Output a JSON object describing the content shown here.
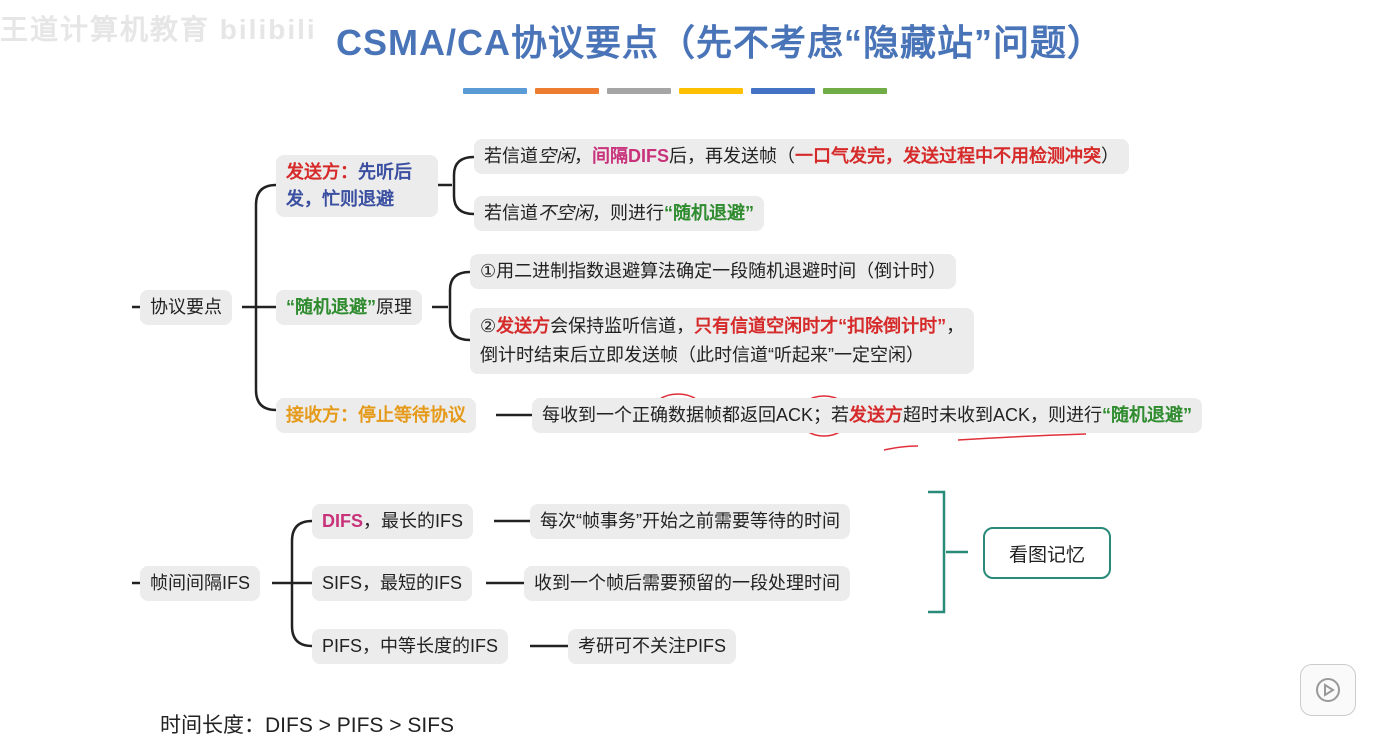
{
  "watermark": "王道计算机教育 bilibili",
  "title": "CSMA/CA协议要点（先不考虑“隐藏站”问题）",
  "colors": [
    "#5b9bd5",
    "#ed7d31",
    "#a5a5a5",
    "#ffc000",
    "#4472c4",
    "#70ad47"
  ],
  "protocol": {
    "root": "协议要点",
    "sender_a": "发送方：",
    "sender_b": "先听后",
    "sender_c": "发，忙则退避",
    "idle_1": "若信道",
    "idle_2": "空闲",
    "idle_3": "，",
    "idle_4": "间隔DIFS",
    "idle_5": "后，再发送帧（",
    "idle_6": "一口气发完，发送过程中不用检测冲突",
    "idle_7": "）",
    "busy_1": "若信道",
    "busy_2": "不空闲",
    "busy_3": "，则进行",
    "busy_4": "“随机退避”",
    "backoff_a": "“随机退避”",
    "backoff_b": "原理",
    "rule1": "①用二进制指数退避算法确定一段随机退避时间（倒计时）",
    "rule2_1": "②",
    "rule2_2": "发送方",
    "rule2_3": "会保持监听信道，",
    "rule2_4": "只有信道空闲时才“扣除倒计时”",
    "rule2_5": "，",
    "rule2_6": "倒计时结束后立即发送帧（此时信道“听起来”一定空闲）",
    "receiver": "接收方：停止等待协议",
    "ack_1": "每收到一个正确数据帧都返回ACK；若",
    "ack_2": "发送方",
    "ack_3": "超时未收到ACK，则进行",
    "ack_4": "“随机退避”"
  },
  "ifs": {
    "root": "帧间间隔IFS",
    "difs_1": "DIFS",
    "difs_2": "，最长的IFS",
    "difs_desc": "每次“帧事务”开始之前需要等待的时间",
    "sifs": "SIFS，最短的IFS",
    "sifs_desc": "收到一个帧后需要预留的一段处理时间",
    "pifs": "PIFS，中等长度的IFS",
    "pifs_desc": "考研可不关注PIFS",
    "memo": "看图记忆"
  },
  "bottom": "时间长度：DIFS > PIFS > SIFS"
}
